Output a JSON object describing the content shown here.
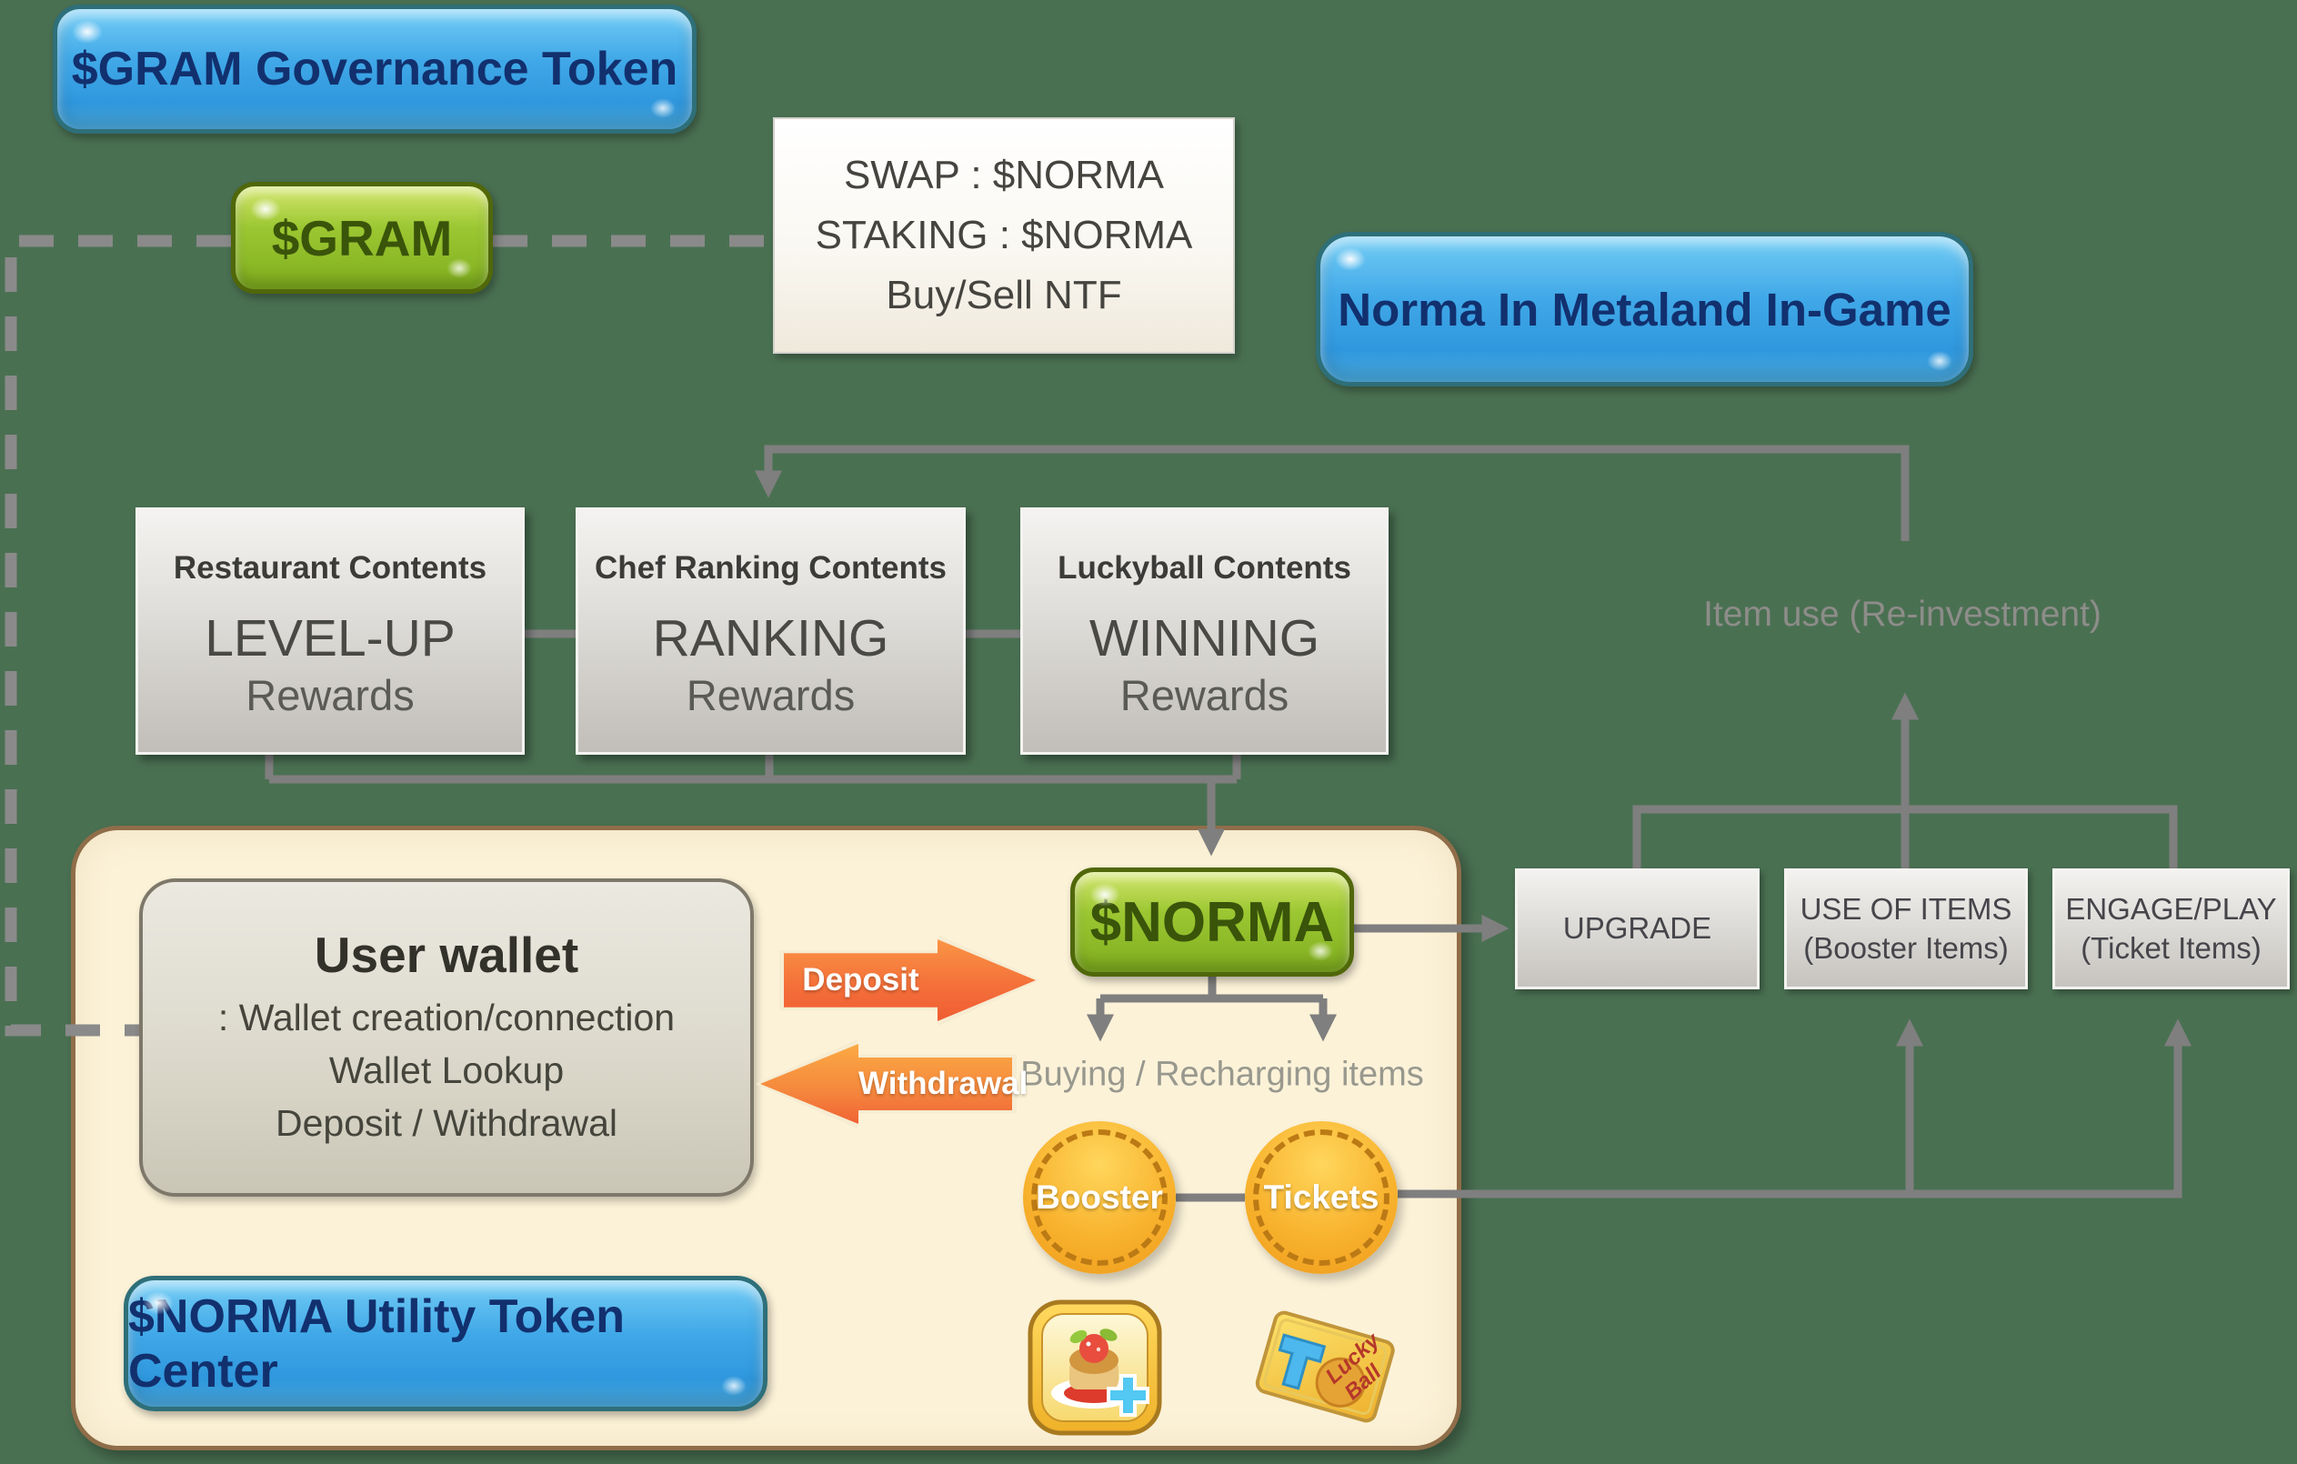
{
  "colors": {
    "background": "#4a7052",
    "connector": "#7f7f7f",
    "panel_fill": "#fcf2d8",
    "panel_border": "#8f6d49",
    "blue_button": "#41a9e8",
    "green_button": "#9cc732",
    "orange_arrow": "#f4713a",
    "coin_orange": "#f8b32e"
  },
  "buttons": {
    "gram_governance": "$GRAM Governance Token",
    "gram": "$GRAM",
    "norma_ingame": "Norma In Metaland In-Game",
    "norma": "$NORMA",
    "utility_center": "$NORMA Utility Token Center"
  },
  "swap_box": {
    "lines": [
      "SWAP : $NORMA",
      "STAKING : $NORMA",
      "Buy/Sell NTF"
    ]
  },
  "content_boxes": [
    {
      "title": "Restaurant Contents",
      "big": "LEVEL-UP",
      "sub": "Rewards"
    },
    {
      "title": "Chef Ranking Contents",
      "big": "RANKING",
      "sub": "Rewards"
    },
    {
      "title": "Luckyball Contents",
      "big": "WINNING",
      "sub": "Rewards"
    }
  ],
  "right_boxes": [
    {
      "line1": "UPGRADE"
    },
    {
      "line1": "USE OF ITEMS",
      "line2": "(Booster Items)"
    },
    {
      "line1": "ENGAGE/PLAY",
      "line2": "(Ticket Items)"
    }
  ],
  "labels": {
    "item_use": "Item use (Re-investment)",
    "buying": "Buying / Recharging items"
  },
  "wallet": {
    "title": "User wallet",
    "lines": [
      ": Wallet creation/connection",
      "Wallet Lookup",
      "Deposit / Withdrawal"
    ]
  },
  "flow_arrows": {
    "deposit": "Deposit",
    "withdrawal": "Withdrawal"
  },
  "items": {
    "booster": "Booster",
    "tickets": "Tickets"
  },
  "icons": {
    "restaurant_app": "restaurant-game-app-icon",
    "lucky_ticket": "lucky-ball-ticket-icon",
    "lucky_line1": "Lucky",
    "lucky_line2": "Ball"
  }
}
